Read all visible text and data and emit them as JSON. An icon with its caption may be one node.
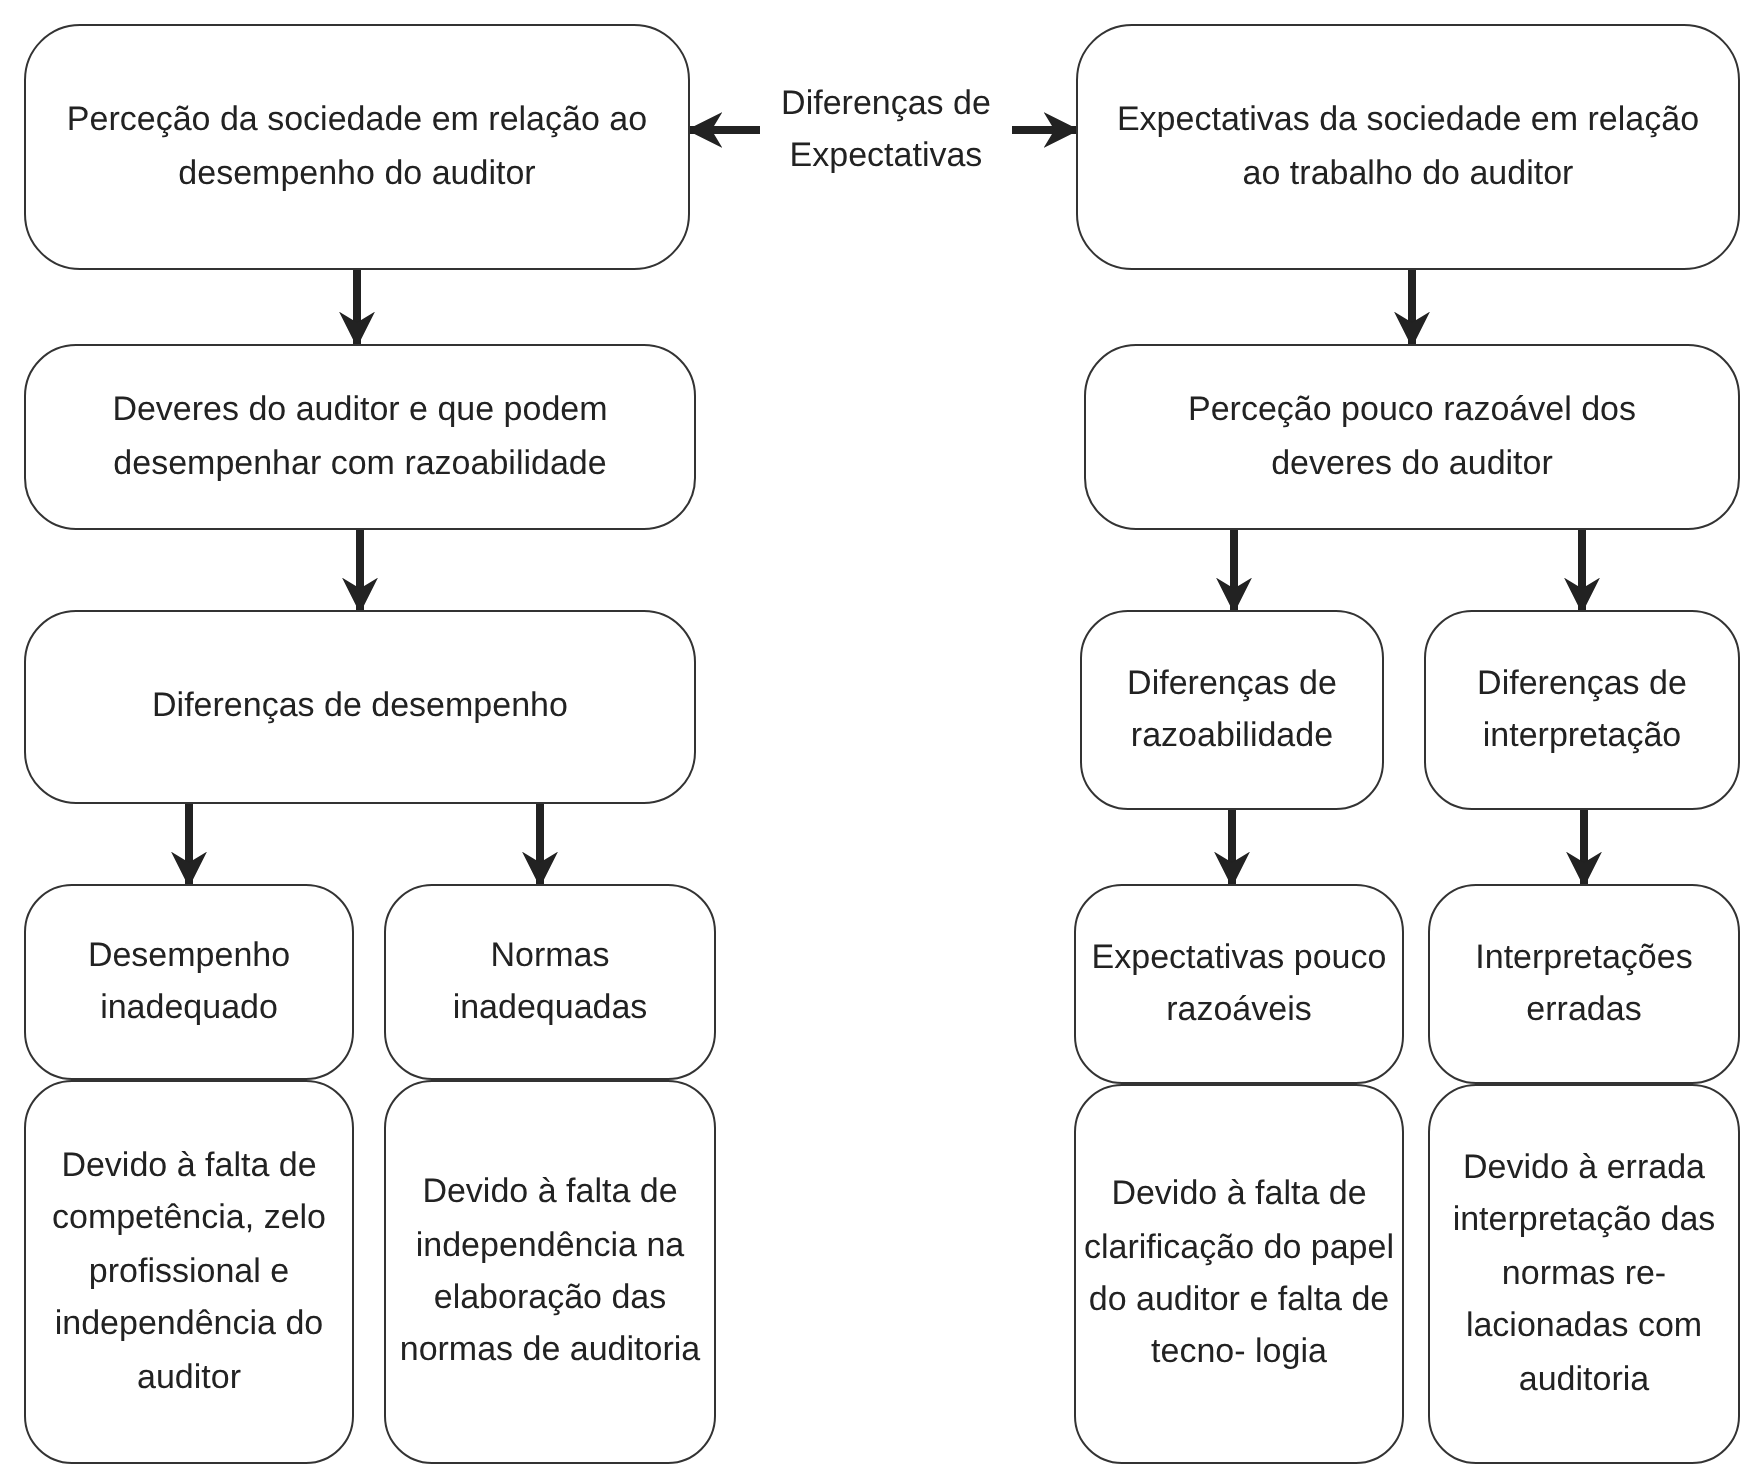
{
  "diagram": {
    "nodes": [
      {
        "text": [
          "Perceção da sociedade em relação ao desempenho do auditor"
        ]
      },
      {
        "text": [
          "Diferenças de Expectativas"
        ]
      },
      {
        "text": [
          "Expectativas da sociedade em relação ao trabalho do auditor"
        ]
      },
      {
        "text": [
          "Deveres do auditor e que podem desempenhar com razoabilidade"
        ]
      },
      {
        "text": [
          "Perceção pouco razoável dos deveres do auditor"
        ]
      },
      {
        "text": [
          "Diferenças de desempenho"
        ]
      },
      {
        "text": [
          "Diferenças de razoabilidade"
        ]
      },
      {
        "text": [
          "Diferenças de interpretação"
        ]
      },
      {
        "text": [
          "Desempenho inadequado"
        ]
      },
      {
        "text": [
          "Normas inadequadas"
        ]
      },
      {
        "text": [
          "Expectativas pouco razoáveis"
        ]
      },
      {
        "text": [
          "Interpretações erradas"
        ]
      },
      {
        "text": [
          "Devido à falta de competência, zelo profissional e independência do auditor"
        ]
      },
      {
        "text": [
          "Devido à falta de independência na elaboração das normas de auditoria"
        ]
      },
      {
        "text": [
          "Devido à falta de clarificação do papel do auditor e falta de tecno- logia"
        ]
      },
      {
        "text": [
          "Devido à errada interpretação das normas re- lacionadas com auditoria"
        ]
      }
    ],
    "edges": [
      {
        "from": 1,
        "to": 0,
        "arrow": "to"
      },
      {
        "from": 1,
        "to": 2,
        "arrow": "to"
      },
      {
        "from": 0,
        "to": 3,
        "arrow": "to"
      },
      {
        "from": 3,
        "to": 5,
        "arrow": "to"
      },
      {
        "from": 5,
        "to": 8,
        "arrow": "to"
      },
      {
        "from": 5,
        "to": 9,
        "arrow": "to"
      },
      {
        "from": 2,
        "to": 4,
        "arrow": "to"
      },
      {
        "from": 4,
        "to": 6,
        "arrow": "to"
      },
      {
        "from": 4,
        "to": 7,
        "arrow": "to"
      },
      {
        "from": 6,
        "to": 10,
        "arrow": "to"
      },
      {
        "from": 7,
        "to": 11,
        "arrow": "to"
      }
    ]
  }
}
